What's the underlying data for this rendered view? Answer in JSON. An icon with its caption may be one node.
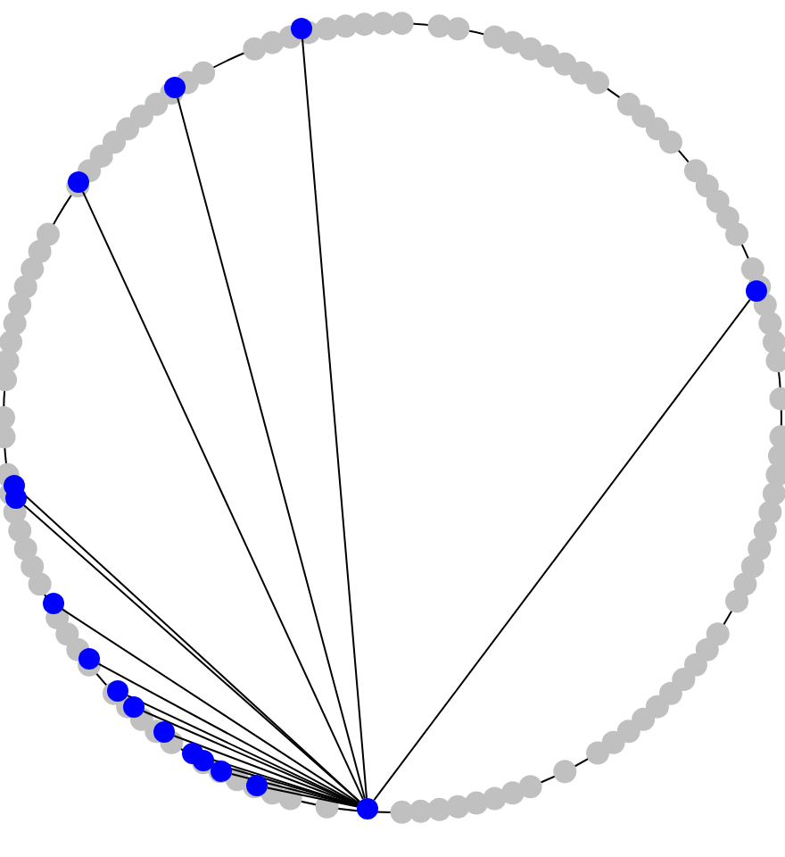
{
  "diagram": {
    "nodes": [
      {
        "text": [],
        "shape": "circle"
      },
      {
        "text": [],
        "shape": "circle"
      },
      {
        "text": [],
        "shape": "circle"
      },
      {
        "text": [],
        "shape": "circle"
      },
      {
        "text": [],
        "shape": "circle"
      },
      {
        "text": [],
        "shape": "circle"
      },
      {
        "text": [],
        "shape": "circle"
      },
      {
        "text": [],
        "shape": "circle"
      },
      {
        "text": [],
        "shape": "circle"
      },
      {
        "text": [],
        "shape": "circle"
      },
      {
        "text": [],
        "shape": "circle"
      },
      {
        "text": [],
        "shape": "circle"
      },
      {
        "text": [],
        "shape": "circle"
      },
      {
        "text": [],
        "shape": "circle"
      },
      {
        "text": [],
        "shape": "circle"
      },
      {
        "text": [],
        "shape": "circle"
      }
    ],
    "edges": [
      {
        "from": 15,
        "to": 0,
        "arrow": "none"
      },
      {
        "from": 15,
        "to": 1,
        "arrow": "none"
      },
      {
        "from": 15,
        "to": 2,
        "arrow": "none"
      },
      {
        "from": 15,
        "to": 3,
        "arrow": "none"
      },
      {
        "from": 15,
        "to": 4,
        "arrow": "none"
      },
      {
        "from": 15,
        "to": 5,
        "arrow": "none"
      },
      {
        "from": 15,
        "to": 6,
        "arrow": "none"
      },
      {
        "from": 15,
        "to": 7,
        "arrow": "none"
      },
      {
        "from": 15,
        "to": 8,
        "arrow": "none"
      },
      {
        "from": 15,
        "to": 9,
        "arrow": "none"
      },
      {
        "from": 15,
        "to": 10,
        "arrow": "none"
      },
      {
        "from": 15,
        "to": 11,
        "arrow": "none"
      },
      {
        "from": 15,
        "to": 12,
        "arrow": "none"
      },
      {
        "from": 15,
        "to": 13,
        "arrow": "none"
      },
      {
        "from": 15,
        "to": 14,
        "arrow": "none"
      }
    ]
  }
}
